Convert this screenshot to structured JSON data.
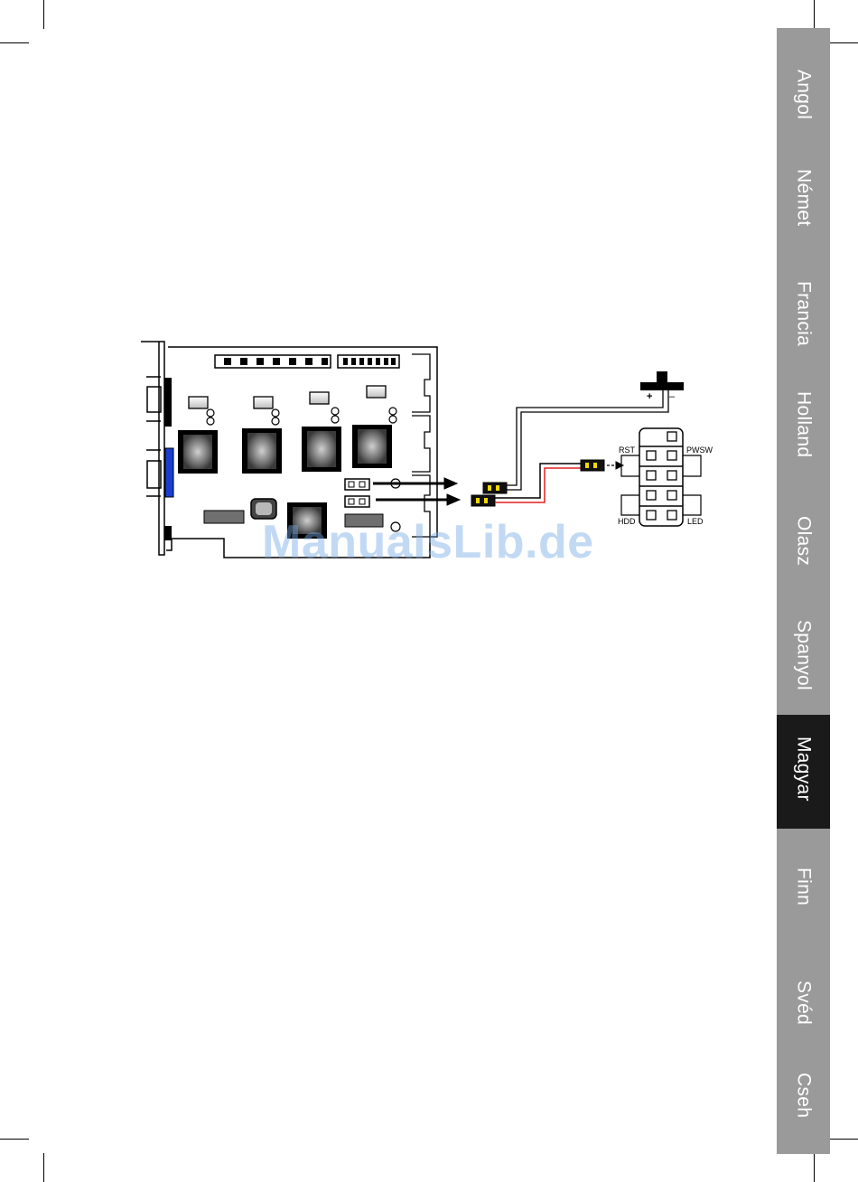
{
  "tabs": [
    {
      "label": "Angol",
      "active": false
    },
    {
      "label": "Német",
      "active": false
    },
    {
      "label": "Francia",
      "active": false
    },
    {
      "label": "Holland",
      "active": false
    },
    {
      "label": "Olasz",
      "active": false
    },
    {
      "label": "Spanyol",
      "active": false
    },
    {
      "label": "Magyar",
      "active": true
    },
    {
      "label": "Finn",
      "active": false
    },
    {
      "label": "Svéd",
      "active": false
    },
    {
      "label": "Cseh",
      "active": false
    }
  ],
  "diagram": {
    "switch_plus": "+",
    "switch_minus": "–",
    "header_rst": "RST",
    "header_pwsw": "PWSW",
    "header_hdd": "HDD",
    "header_led": "LED"
  },
  "watermark": "ManualsLib.de",
  "colors": {
    "tab_bg": "#9a9a9a",
    "tab_active_bg": "#1a1a1a",
    "wire_red": "#e02020",
    "bracket_blue": "#1a3fd0",
    "watermark": "#78aae6"
  }
}
